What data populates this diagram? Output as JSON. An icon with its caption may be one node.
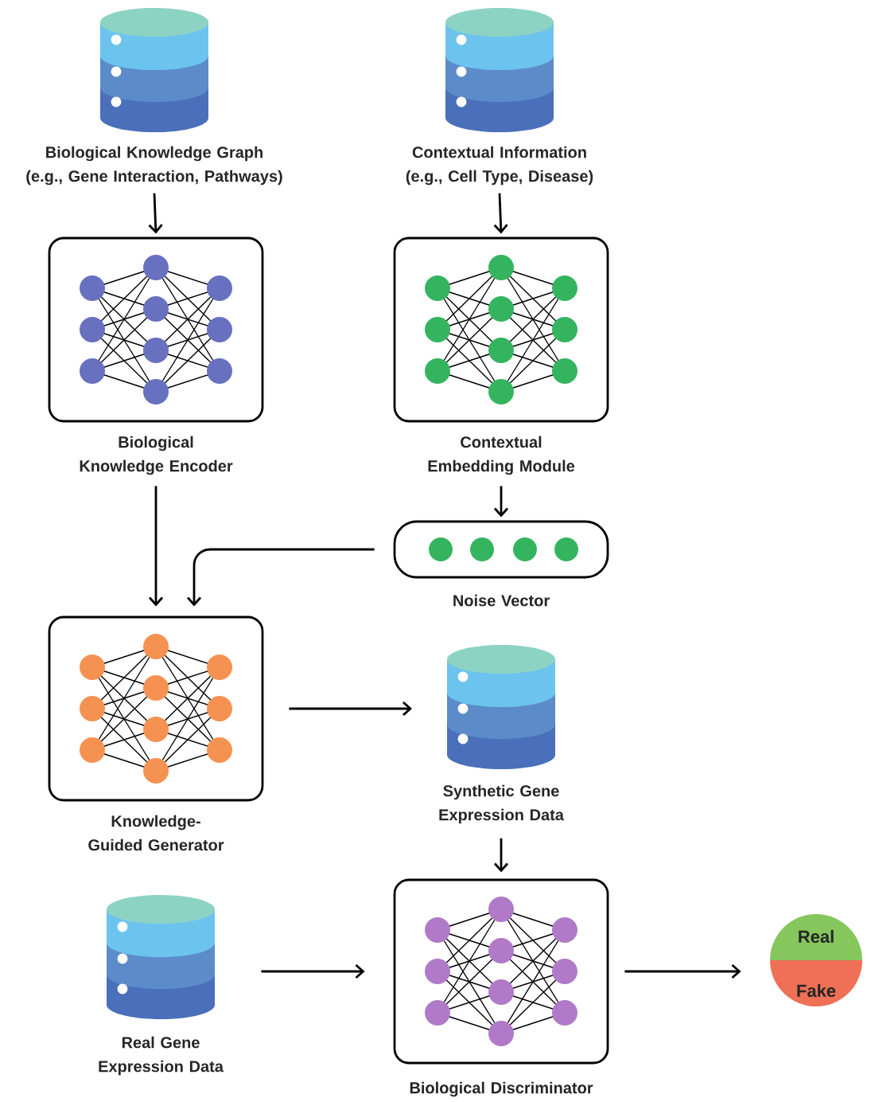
{
  "diagram": {
    "nodes": [
      {
        "text": [
          "Biological Knowledge Graph (e.g., Gene Interaction, Pathways)"
        ]
      },
      {
        "text": [
          "Contextual Information (e.g., Cell Type, Disease)"
        ]
      },
      {
        "text": [
          "Biological Knowledge Encoder"
        ]
      },
      {
        "text": [
          "Contextual Embedding Module"
        ]
      },
      {
        "text": [
          "Noise Vector"
        ]
      },
      {
        "text": [
          "Knowledge-Guided Generator"
        ]
      },
      {
        "text": [
          "Synthetic Gene Expression Data"
        ]
      },
      {
        "text": [
          "Real Gene Expression Data"
        ]
      },
      {
        "text": [
          "Biological Discriminator"
        ]
      },
      {
        "text": [
          "Real",
          "Fake"
        ]
      }
    ],
    "edges": [
      {
        "from": 0,
        "to": 2,
        "arrow": "to"
      },
      {
        "from": 1,
        "to": 3,
        "arrow": "to"
      },
      {
        "from": 3,
        "to": 4,
        "arrow": "to"
      },
      {
        "from": 2,
        "to": 5,
        "arrow": "to"
      },
      {
        "from": 4,
        "to": 5,
        "arrow": "to"
      },
      {
        "from": 5,
        "to": 6,
        "arrow": "to"
      },
      {
        "from": 6,
        "to": 8,
        "arrow": "to"
      },
      {
        "from": 7,
        "to": 8,
        "arrow": "to"
      },
      {
        "from": 8,
        "to": 9,
        "arrow": "to"
      }
    ]
  }
}
